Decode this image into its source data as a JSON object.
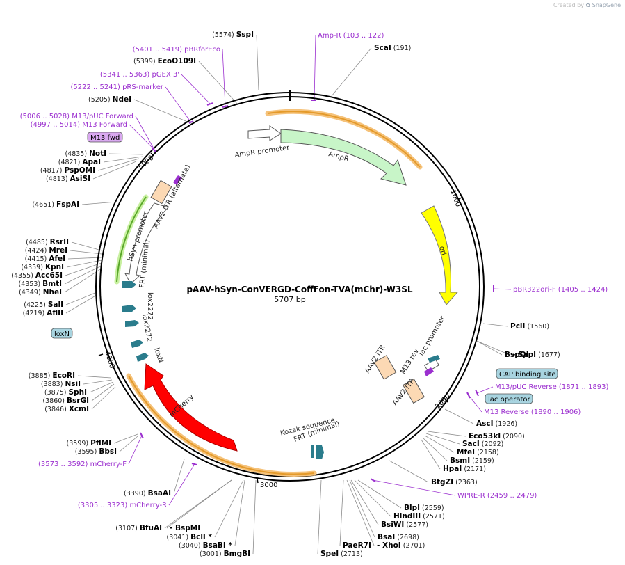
{
  "credit": {
    "prefix": "Created by",
    "brand": "SnapGene"
  },
  "plasmid": {
    "name": "pAAV-hSyn-ConVERGD-CoffFon-TVA(mChr)-W3SL",
    "size_label": "5707 bp"
  },
  "ruler_ticks": [
    "1000",
    "2000",
    "3000",
    "4000",
    "5000"
  ],
  "sites": [
    {
      "name": "SspI",
      "pos": "(5574)"
    },
    {
      "name": "ScaI",
      "pos": "(191)"
    },
    {
      "name": "EcoO109I",
      "pos": "(5399)"
    },
    {
      "name": "NdeI",
      "pos": "(5205)"
    },
    {
      "name": "NotI",
      "pos": "(4835)"
    },
    {
      "name": "ApaI",
      "pos": "(4821)"
    },
    {
      "name": "PspOMI",
      "pos": "(4817)"
    },
    {
      "name": "AsiSI",
      "pos": "(4813)"
    },
    {
      "name": "FspAI",
      "pos": "(4651)"
    },
    {
      "name": "RsrII",
      "pos": "(4485)"
    },
    {
      "name": "MreI",
      "pos": "(4424)"
    },
    {
      "name": "AfeI",
      "pos": "(4415)"
    },
    {
      "name": "KpnI",
      "pos": "(4359)"
    },
    {
      "name": "Acc65I",
      "pos": "(4355)"
    },
    {
      "name": "BmtI",
      "pos": "(4353)"
    },
    {
      "name": "NheI",
      "pos": "(4349)"
    },
    {
      "name": "SalI",
      "pos": "(4225)"
    },
    {
      "name": "AflII",
      "pos": "(4219)"
    },
    {
      "name": "EcoRI",
      "pos": "(3885)"
    },
    {
      "name": "NsiI",
      "pos": "(3883)"
    },
    {
      "name": "SphI",
      "pos": "(3875)"
    },
    {
      "name": "BsrGI",
      "pos": "(3860)"
    },
    {
      "name": "XcmI",
      "pos": "(3846)"
    },
    {
      "name": "PflMI",
      "pos": "(3599)"
    },
    {
      "name": "BbsI",
      "pos": "(3595)"
    },
    {
      "name": "BsaAI",
      "pos": "(3390)"
    },
    {
      "name": "BfuAI",
      "pos": "(3107)"
    },
    {
      "name": "- BspMI",
      "pos": ""
    },
    {
      "name": "BclI *",
      "pos": "(3041)"
    },
    {
      "name": "BsaBI *",
      "pos": "(3040)"
    },
    {
      "name": "BmgBI",
      "pos": "(3001)"
    },
    {
      "name": "SpeI",
      "pos": "(2713)"
    },
    {
      "name": "PaeR7I",
      "pos": ""
    },
    {
      "name": "- XhoI",
      "pos": "(2701)"
    },
    {
      "name": "BsaI",
      "pos": "(2698)"
    },
    {
      "name": "BsiWI",
      "pos": "(2577)"
    },
    {
      "name": "HindIII",
      "pos": "(2571)"
    },
    {
      "name": "BlpI",
      "pos": "(2559)"
    },
    {
      "name": "BtgZI",
      "pos": "(2363)"
    },
    {
      "name": "HpaI",
      "pos": "(2171)"
    },
    {
      "name": "BsmI",
      "pos": "(2159)"
    },
    {
      "name": "MfeI",
      "pos": "(2158)"
    },
    {
      "name": "SacI",
      "pos": "(2092)"
    },
    {
      "name": "Eco53kI",
      "pos": "(2090)"
    },
    {
      "name": "AscI",
      "pos": "(1926)"
    },
    {
      "name": "BspQI",
      "pos": ""
    },
    {
      "name": "- SapI",
      "pos": "(1677)"
    },
    {
      "name": "PciI",
      "pos": "(1560)"
    }
  ],
  "primers": [
    {
      "name": "Amp-R",
      "range": "(103 .. 122)"
    },
    {
      "name": "pBRforEco",
      "range": "(5401 .. 5419)"
    },
    {
      "name": "pGEX 3'",
      "range": "(5341 .. 5363)"
    },
    {
      "name": "pRS-marker",
      "range": "(5222 .. 5241)"
    },
    {
      "name": "M13/pUC Forward",
      "range": "(5006 .. 5028)"
    },
    {
      "name": "M13 Forward",
      "range": "(4997 .. 5014)"
    },
    {
      "name": "pBR322ori-F",
      "range": "(1405 .. 1424)"
    },
    {
      "name": "M13/pUC Reverse",
      "range": "(1871 .. 1893)"
    },
    {
      "name": "M13 Reverse",
      "range": "(1890 .. 1906)"
    },
    {
      "name": "WPRE-R",
      "range": "(2459 .. 2479)"
    },
    {
      "name": "mCherry-F",
      "range": "(3573 .. 3592)"
    },
    {
      "name": "mCherry-R",
      "range": "(3305 .. 3323)"
    }
  ],
  "boxed_labels": [
    {
      "name": "M13 fwd",
      "color": "#d9a8f0"
    },
    {
      "name": "loxN",
      "color": "#a8d4e0"
    },
    {
      "name": "CAP binding site",
      "color": "#a8d4e0"
    },
    {
      "name": "lac operator",
      "color": "#a8d4e0"
    }
  ],
  "features": [
    {
      "name": "AmpR promoter",
      "color": "#ffffff"
    },
    {
      "name": "AmpR",
      "color": "#c8f5c8"
    },
    {
      "name": "ori",
      "color": "#ffff00"
    },
    {
      "name": "mCherry",
      "color": "#ff0000"
    },
    {
      "name": "AAV2 ITR (alternate)",
      "color": "#fcd9b4"
    },
    {
      "name": "hSyn promoter",
      "color": "#ffffff"
    },
    {
      "name": "FRT (minimal)",
      "color": "#2a7c8c"
    },
    {
      "name": "lox2272",
      "color": "#2a7c8c"
    },
    {
      "name": "lox2272",
      "color": "#2a7c8c"
    },
    {
      "name": "loxN",
      "color": "#2a7c8c"
    },
    {
      "name": "AAV2 ITR",
      "color": "#fcd9b4"
    },
    {
      "name": "M13 rev",
      "color": "#9b2fcf"
    },
    {
      "name": "lac promoter",
      "color": "#ffffff"
    },
    {
      "name": "AAV2 ITR",
      "color": "#fcd9b4"
    },
    {
      "name": "Kozak sequence",
      "color": "#2a7c8c"
    },
    {
      "name": "FRT (minimal)",
      "color": "#2a7c8c"
    }
  ],
  "colors": {
    "primer": "#9b2fcf",
    "backbone": "#000000",
    "orf_halo": "#f5c27a",
    "orf_line": "#e49a2a",
    "leader": "#8c8c8c"
  }
}
